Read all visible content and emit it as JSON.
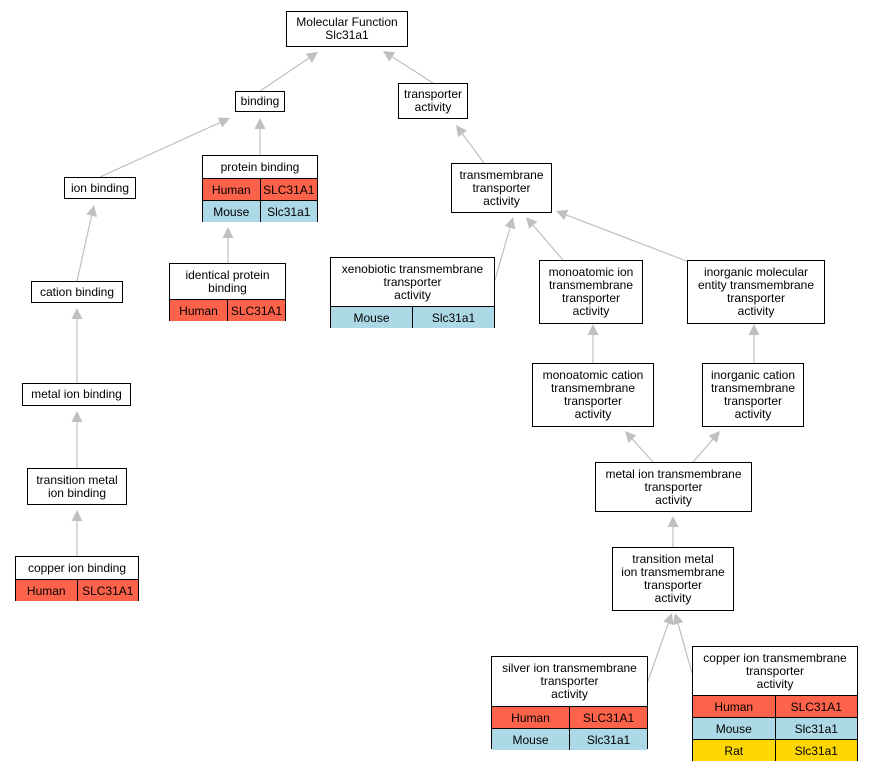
{
  "colors": {
    "human": "#fc634a",
    "mouse": "#add8e6",
    "rat": "#ffd700",
    "edge": "#c0c0c0"
  },
  "nodes": {
    "root": {
      "label": "Molecular Function\nSlc31a1"
    },
    "binding": {
      "label": "binding"
    },
    "transporter_activity": {
      "label": "transporter\nactivity"
    },
    "ion_binding": {
      "label": "ion binding"
    },
    "protein_binding": {
      "label": "protein binding",
      "rows": [
        [
          "Human",
          "SLC31A1"
        ],
        [
          "Mouse",
          "Slc31a1"
        ]
      ]
    },
    "tm_transporter": {
      "label": "transmembrane\ntransporter\nactivity"
    },
    "cation_binding": {
      "label": "cation binding"
    },
    "identical_protein_binding": {
      "label": "identical protein\nbinding",
      "rows": [
        [
          "Human",
          "SLC31A1"
        ]
      ]
    },
    "xenobiotic_tm": {
      "label": "xenobiotic transmembrane\ntransporter\nactivity",
      "rows": [
        [
          "Mouse",
          "Slc31a1"
        ]
      ]
    },
    "monoatomic_ion_tm": {
      "label": "monoatomic ion\ntransmembrane\ntransporter\nactivity"
    },
    "inorganic_molecular_tm": {
      "label": "inorganic molecular\nentity transmembrane\ntransporter\nactivity"
    },
    "metal_ion_binding": {
      "label": "metal ion binding"
    },
    "monoatomic_cation_tm": {
      "label": "monoatomic cation\ntransmembrane\ntransporter\nactivity"
    },
    "inorganic_cation_tm": {
      "label": "inorganic cation\ntransmembrane\ntransporter\nactivity"
    },
    "transition_metal_binding": {
      "label": "transition metal\nion binding"
    },
    "metal_ion_tm": {
      "label": "metal ion transmembrane\ntransporter\nactivity"
    },
    "copper_ion_binding": {
      "label": "copper ion binding",
      "rows": [
        [
          "Human",
          "SLC31A1"
        ]
      ]
    },
    "transition_metal_tm": {
      "label": "transition metal\nion transmembrane\ntransporter\nactivity"
    },
    "silver_ion_tm": {
      "label": "silver ion transmembrane\ntransporter\nactivity",
      "rows": [
        [
          "Human",
          "SLC31A1"
        ],
        [
          "Mouse",
          "Slc31a1"
        ]
      ]
    },
    "copper_ion_tm": {
      "label": "copper ion transmembrane\ntransporter\nactivity",
      "rows": [
        [
          "Human",
          "SLC31A1"
        ],
        [
          "Mouse",
          "Slc31a1"
        ],
        [
          "Rat",
          "Slc31a1"
        ]
      ]
    }
  },
  "edges": [
    [
      "binding",
      "root"
    ],
    [
      "transporter_activity",
      "root"
    ],
    [
      "ion_binding",
      "binding"
    ],
    [
      "protein_binding",
      "binding"
    ],
    [
      "tm_transporter",
      "transporter_activity"
    ],
    [
      "cation_binding",
      "ion_binding"
    ],
    [
      "identical_protein_binding",
      "protein_binding"
    ],
    [
      "xenobiotic_tm",
      "tm_transporter"
    ],
    [
      "monoatomic_ion_tm",
      "tm_transporter"
    ],
    [
      "inorganic_molecular_tm",
      "tm_transporter"
    ],
    [
      "metal_ion_binding",
      "cation_binding"
    ],
    [
      "monoatomic_cation_tm",
      "monoatomic_ion_tm"
    ],
    [
      "inorganic_cation_tm",
      "inorganic_molecular_tm"
    ],
    [
      "transition_metal_binding",
      "metal_ion_binding"
    ],
    [
      "metal_ion_tm",
      "monoatomic_cation_tm"
    ],
    [
      "metal_ion_tm",
      "inorganic_cation_tm"
    ],
    [
      "copper_ion_binding",
      "transition_metal_binding"
    ],
    [
      "transition_metal_tm",
      "metal_ion_tm"
    ],
    [
      "silver_ion_tm",
      "transition_metal_tm"
    ],
    [
      "copper_ion_tm",
      "transition_metal_tm"
    ]
  ]
}
